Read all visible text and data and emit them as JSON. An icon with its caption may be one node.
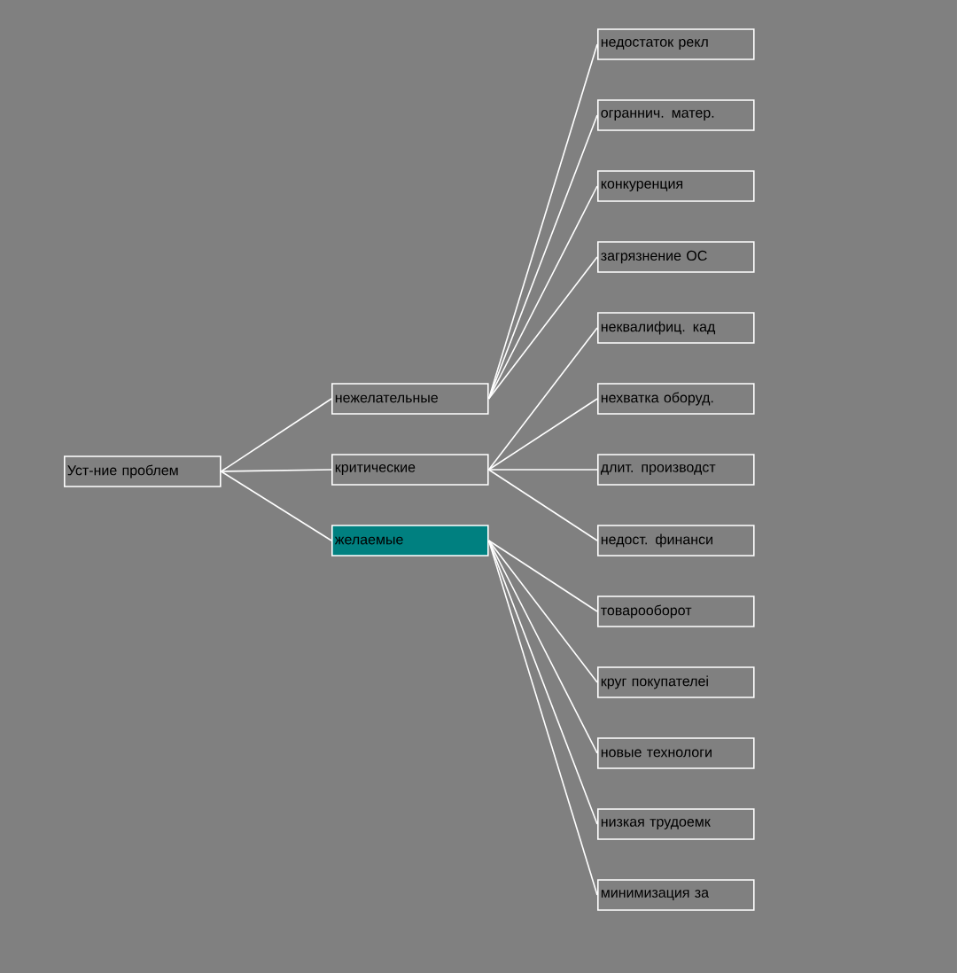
{
  "diagram": {
    "nodes": [
      {
        "text": [
          "Уст-ние проблем"
        ]
      },
      {
        "text": [
          "нежелательные"
        ]
      },
      {
        "text": [
          "критические"
        ]
      },
      {
        "text": [
          "желаемые"
        ]
      },
      {
        "text": [
          "недостаток рекл"
        ]
      },
      {
        "text": [
          "ограннич. матер."
        ]
      },
      {
        "text": [
          "конкуренция"
        ]
      },
      {
        "text": [
          "загрязнение ОС"
        ]
      },
      {
        "text": [
          "неквалифиц. кад"
        ]
      },
      {
        "text": [
          "нехватка оборуд."
        ]
      },
      {
        "text": [
          "длит. производст"
        ]
      },
      {
        "text": [
          "недост. финанси"
        ]
      },
      {
        "text": [
          "товарооборот"
        ]
      },
      {
        "text": [
          "круг покупателеі"
        ]
      },
      {
        "text": [
          "новые технологи"
        ]
      },
      {
        "text": [
          "низкая трудоемк"
        ]
      },
      {
        "text": [
          "минимизация за"
        ]
      }
    ],
    "edges": [
      {
        "from": 0,
        "to": 1,
        "arrow": "none"
      },
      {
        "from": 0,
        "to": 2,
        "arrow": "none"
      },
      {
        "from": 0,
        "to": 3,
        "arrow": "none"
      },
      {
        "from": 1,
        "to": 4,
        "arrow": "none"
      },
      {
        "from": 1,
        "to": 5,
        "arrow": "none"
      },
      {
        "from": 1,
        "to": 6,
        "arrow": "none"
      },
      {
        "from": 1,
        "to": 7,
        "arrow": "none"
      },
      {
        "from": 2,
        "to": 8,
        "arrow": "none"
      },
      {
        "from": 2,
        "to": 9,
        "arrow": "none"
      },
      {
        "from": 2,
        "to": 10,
        "arrow": "none"
      },
      {
        "from": 2,
        "to": 11,
        "arrow": "none"
      },
      {
        "from": 3,
        "to": 12,
        "arrow": "none"
      },
      {
        "from": 3,
        "to": 13,
        "arrow": "none"
      },
      {
        "from": 3,
        "to": 14,
        "arrow": "none"
      },
      {
        "from": 3,
        "to": 15,
        "arrow": "none"
      },
      {
        "from": 3,
        "to": 16,
        "arrow": "none"
      }
    ]
  }
}
